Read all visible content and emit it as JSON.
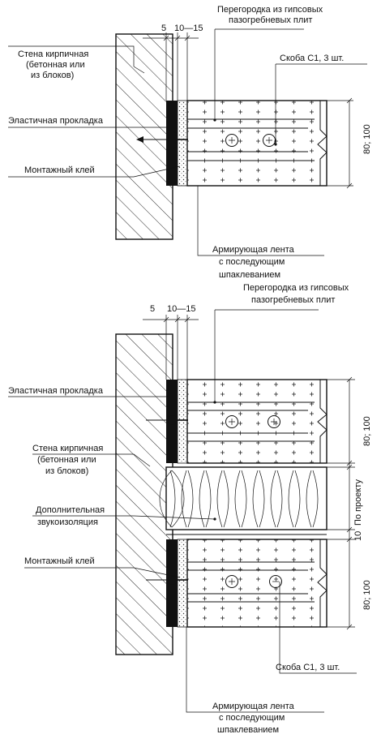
{
  "diagram1": {
    "dim_gap": "5",
    "dim_glue": "10—15",
    "partition_line1": "Перегородка из гипсовых",
    "partition_line2": "пазогребневых плит",
    "wall_line1": "Стена кирпичная",
    "wall_line2": "(бетонная или",
    "wall_line3": "из блоков)",
    "bracket": "Скоба С1, 3 шт.",
    "gasket": "Эластичная прокладка",
    "glue": "Монтажный клей",
    "thickness": "80; 100",
    "tape_line1": "Армирующая лента",
    "tape_line2": "с последующим",
    "tape_line3": "шпаклеванием"
  },
  "diagram2": {
    "dim_gap": "5",
    "dim_glue": "10—15",
    "partition_line1": "Перегородка из гипсовых",
    "partition_line2": "пазогребневых плит",
    "gasket": "Эластичная прокладка",
    "wall_line1": "Стена кирпичная",
    "wall_line2": "(бетонная или",
    "wall_line3": "из блоков)",
    "insulation_line1": "Дополнительная",
    "insulation_line2": "звукоизоляция",
    "glue": "Монтажный клей",
    "thickness_top": "80; 100",
    "thickness_mid": "По проекту",
    "gap_10": "10",
    "thickness_bottom": "80; 100",
    "bracket": "Скоба С1, 3 шт.",
    "tape_line1": "Армирующая лента",
    "tape_line2": "с последующим",
    "tape_line3": "шпаклеванием"
  },
  "colors": {
    "ink": "#111111",
    "paper": "#ffffff"
  }
}
